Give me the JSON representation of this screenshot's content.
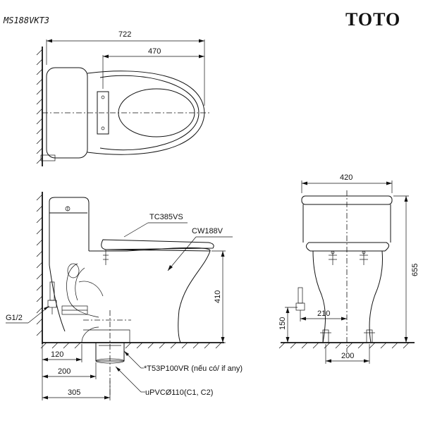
{
  "header": {
    "model": "MS188VKT3",
    "brand": "TOTO"
  },
  "top_view": {
    "dim_total": "722",
    "dim_seat": "470"
  },
  "side_view": {
    "label_seat_cover": "TC385VS",
    "label_seat": "CW188V",
    "label_inlet": "G1/2",
    "dim_height": "410",
    "dim_120": "120",
    "dim_200": "200",
    "dim_305": "305",
    "note_flange": "*T53P100VR (nếu có/ if any)",
    "note_pipe": "uPVCØ110(C1, C2)"
  },
  "front_view": {
    "dim_width": "420",
    "dim_height": "655",
    "dim_210": "210",
    "dim_150": "150",
    "dim_200": "200"
  }
}
